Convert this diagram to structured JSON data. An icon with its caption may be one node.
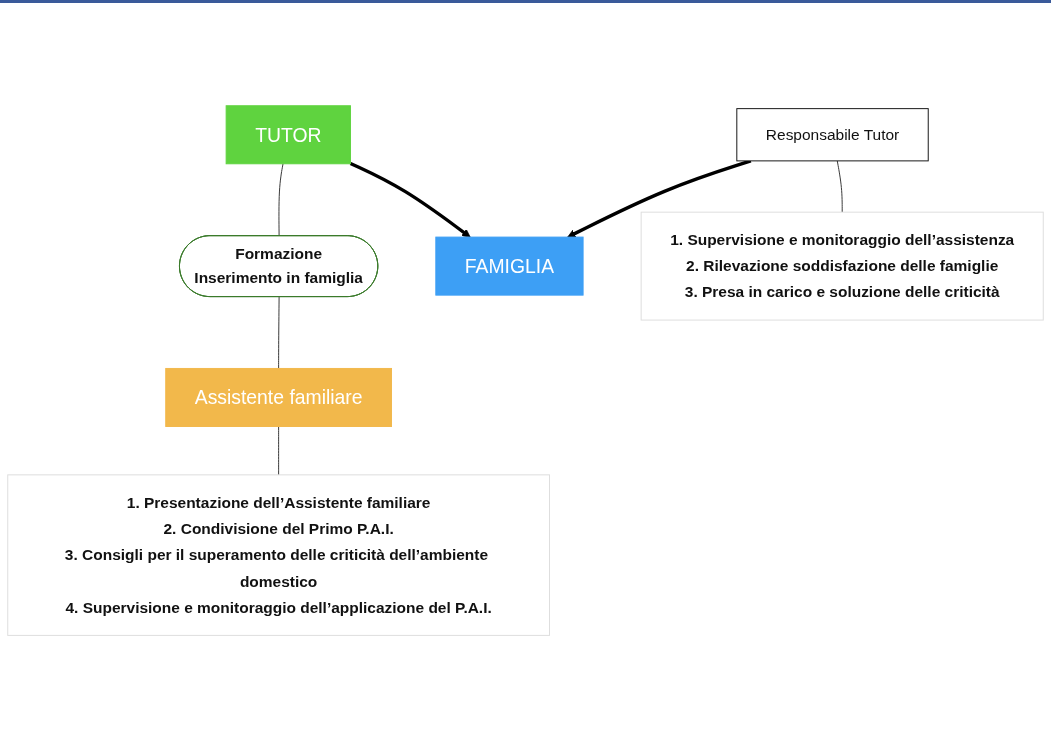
{
  "diagram": {
    "nodes": [
      {
        "text": [
          "TUTOR"
        ]
      },
      {
        "text": [
          "Formazione",
          "Inserimento in famiglia"
        ]
      },
      {
        "text": [
          "Assistente familiare"
        ]
      },
      {
        "text": [
          "FAMIGLIA"
        ]
      },
      {
        "text": [
          "Responsabile Tutor"
        ]
      },
      {
        "text": [
          "1. Presentazione dell’Assistente familiare",
          "2. Condivisione del Primo P.A.I.",
          "3. Consigli per il superamento delle criticità dell’ambiente domestico",
          "4. Supervisione e monitoraggio dell’applicazione del P.A.I."
        ]
      },
      {
        "text": [
          "1. Supervisione e monitoraggio dell’assistenza",
          "2. Rilevazione soddisfazione delle famiglie",
          "3. Presa in carico e soluzione delle criticità"
        ]
      }
    ],
    "edges": [
      {
        "from": 0,
        "to": 1,
        "arrow": "none"
      },
      {
        "from": 1,
        "to": 2,
        "arrow": "none"
      },
      {
        "from": 2,
        "to": 5,
        "arrow": "none"
      },
      {
        "from": 0,
        "to": 3,
        "arrow": "to",
        "style": "thick"
      },
      {
        "from": 4,
        "to": 3,
        "arrow": "to",
        "style": "thick"
      },
      {
        "from": 4,
        "to": 6,
        "arrow": "none"
      }
    ]
  }
}
